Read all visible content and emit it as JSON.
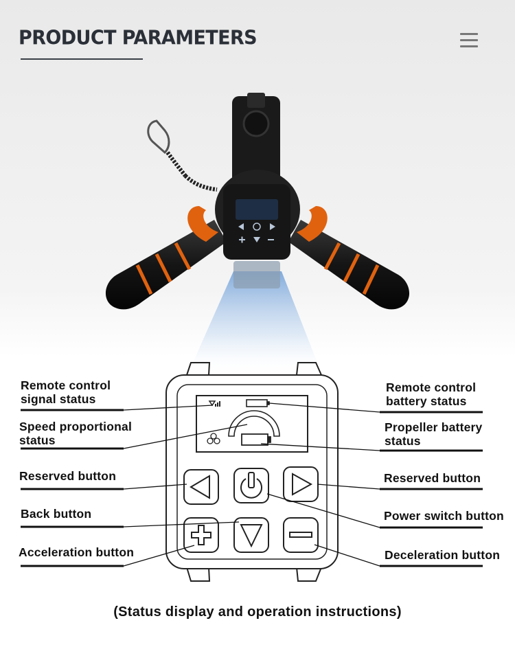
{
  "header": {
    "title": "PRODUCT PARAMETERS"
  },
  "labels": {
    "signal_status": [
      "Remote control",
      "signal status"
    ],
    "speed_status": [
      "Speed proportional",
      "status"
    ],
    "reserved_left": "Reserved button",
    "back": "Back button",
    "acceleration": "Acceleration button",
    "battery_status": [
      "Remote control",
      "battery status"
    ],
    "propeller_battery": [
      "Propeller battery",
      "status"
    ],
    "reserved_right": "Reserved button",
    "power_switch": "Power switch button",
    "deceleration": "Deceleration button"
  },
  "caption": "(Status display and operation instructions)",
  "colors": {
    "title": "#2b3038",
    "accent_orange": "#e0620f",
    "grip_black": "#1b1b1b",
    "line": "#111111",
    "beam": "#8fb7e6"
  },
  "icons": {
    "menu": "hamburger-menu-icon",
    "left_arrow": "triangle-left-icon",
    "right_arrow": "triangle-right-icon",
    "power": "power-icon",
    "plus": "plus-icon",
    "down_arrow": "triangle-down-icon",
    "minus": "minus-icon"
  }
}
